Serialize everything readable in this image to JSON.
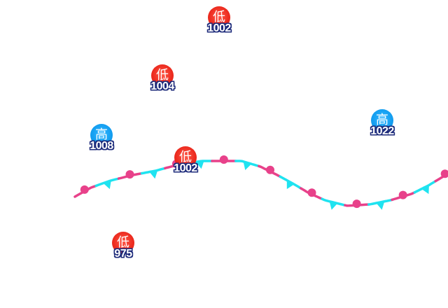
{
  "map": {
    "colors": {
      "low": "#ec2a1e",
      "high": "#139ef0",
      "warm_front": "#e8418a",
      "cold_front": "#1fe3f0",
      "value_outline": "#1c2a7a"
    },
    "pressure_centers": [
      {
        "id": "low-1",
        "type": "low",
        "symbol": "低",
        "value": "1002"
      },
      {
        "id": "low-2",
        "type": "low",
        "symbol": "低",
        "value": "1004"
      },
      {
        "id": "high-1",
        "type": "high",
        "symbol": "高",
        "value": "1008"
      },
      {
        "id": "high-2",
        "type": "high",
        "symbol": "高",
        "value": "1022"
      },
      {
        "id": "low-3",
        "type": "low",
        "symbol": "低",
        "value": "1002"
      },
      {
        "id": "low-4",
        "type": "low",
        "symbol": "低",
        "value": "975"
      }
    ],
    "front": {
      "type": "stationary-front",
      "warm_symbol_icon": "warm-front-semicircle-icon",
      "cold_symbol_icon": "cold-front-triangle-icon"
    }
  }
}
